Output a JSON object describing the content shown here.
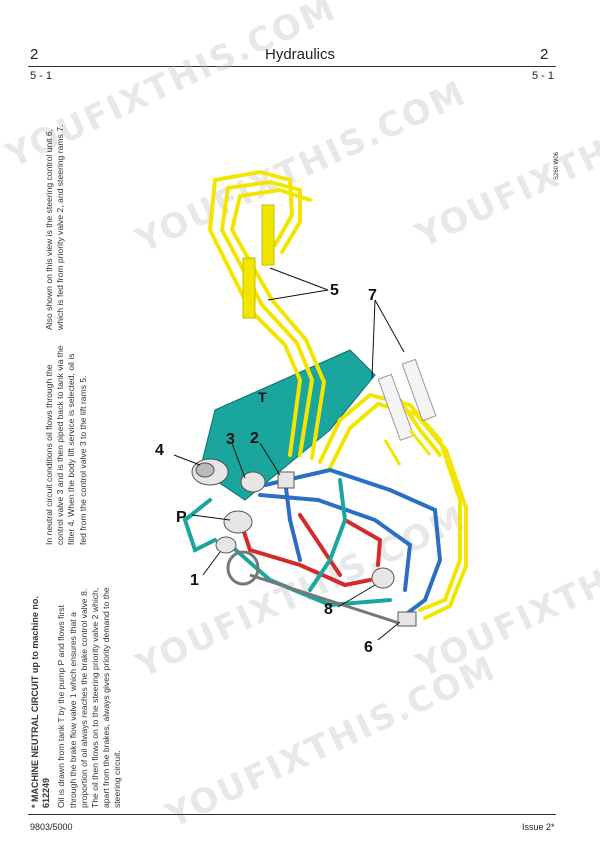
{
  "header": {
    "chapter_left": "2",
    "title": "Hydraulics",
    "chapter_right": "2",
    "section_left": "5 - 1",
    "section_right": "5 - 1"
  },
  "section_heading": "* MACHINE NEUTRAL CIRCUIT up to machine no. 612249",
  "paragraph_1": "Oil is drawn from tank T by the pump P and flows first through the brake flow valve 1 which ensures that a proportion of oil always reaches the brake control valve 8. The oil then flows on to the steering priority valve 2 which, apart from the brakes, always gives priority demand to the steering circuit.",
  "paragraph_2": "In neutral circuit conditions oil flows through the control valve 3 and is then piped back to tank via the filter 4. When the body lift service is selected, oil is fed from the control valve 3 to the lift rams 5.",
  "paragraph_3": "Also shown on this view is the steering control unit 6, which is fed from priority valve 2, and steering rams 7.",
  "figure_ref": "S260 W06",
  "callouts": {
    "c1": "1",
    "c2": "2",
    "c3": "3",
    "c4": "4",
    "c5": "5",
    "c6": "6",
    "c7": "7",
    "c8": "8",
    "cP": "P",
    "cT": "T"
  },
  "watermarks": [
    "YOUFIXTHIS.COM",
    "YOUFIXTHIS.COM",
    "YOUFIXTHIS.COM",
    "YOUFIXTHIS.COM",
    "YOUFIXTHIS.COM"
  ],
  "colors": {
    "pressure": "#d42a2a",
    "return_blue": "#2b6fc4",
    "neutral_yellow": "#f2e600",
    "tank": "#1aa59e",
    "suction": "#1aa59e"
  },
  "footer": {
    "left": "9803/5000",
    "right": "Issue 2*"
  }
}
